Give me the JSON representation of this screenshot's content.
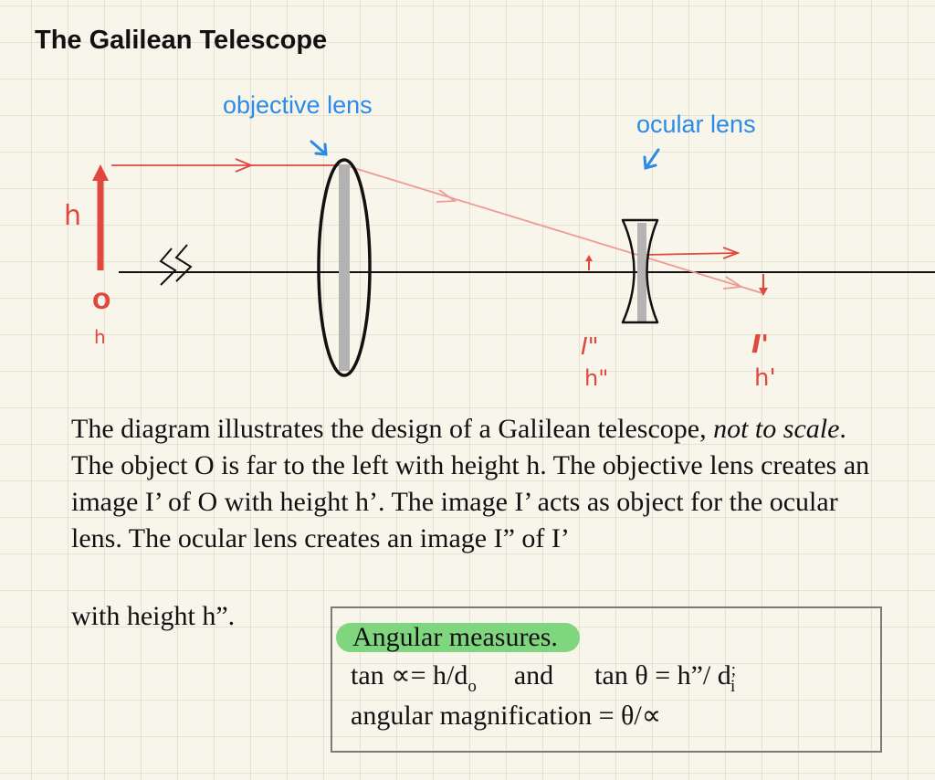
{
  "title": "The Galilean Telescope",
  "labels": {
    "objective": "objective lens",
    "ocular": "ocular lens",
    "h_object": "h",
    "O_lower": "O",
    "h_lower": "h",
    "I_double": "I\"",
    "h_double": "h\"",
    "I_prime": "I'",
    "h_prime": "h'"
  },
  "paragraph": {
    "part1": "The diagram illustrates the design of a Galilean telescope, ",
    "emphasis": "not to scale",
    "part2": ". The object O is far to the left with height h. The objective lens creates an image I’ of O with height h’.  The image I’ acts as object for the ocular lens. The ocular lens creates an image I” of I’",
    "tail": "with height h”."
  },
  "box": {
    "heading": "Angular measures.",
    "tan_alpha": "tan ∝= h/d",
    "tan_alpha_sub": "o",
    "and": "and",
    "tan_theta": "tan θ  =  h”/ d",
    "tan_theta_sup": ";",
    "tan_theta_sub": "i",
    "magnification": "angular magnification = θ/∝"
  },
  "colors": {
    "red": "#e0483e",
    "ray": "#ef9a94",
    "blue": "#2a8be8",
    "highlight": "#7fd67e",
    "lens_fill": "#b3b3b3"
  }
}
